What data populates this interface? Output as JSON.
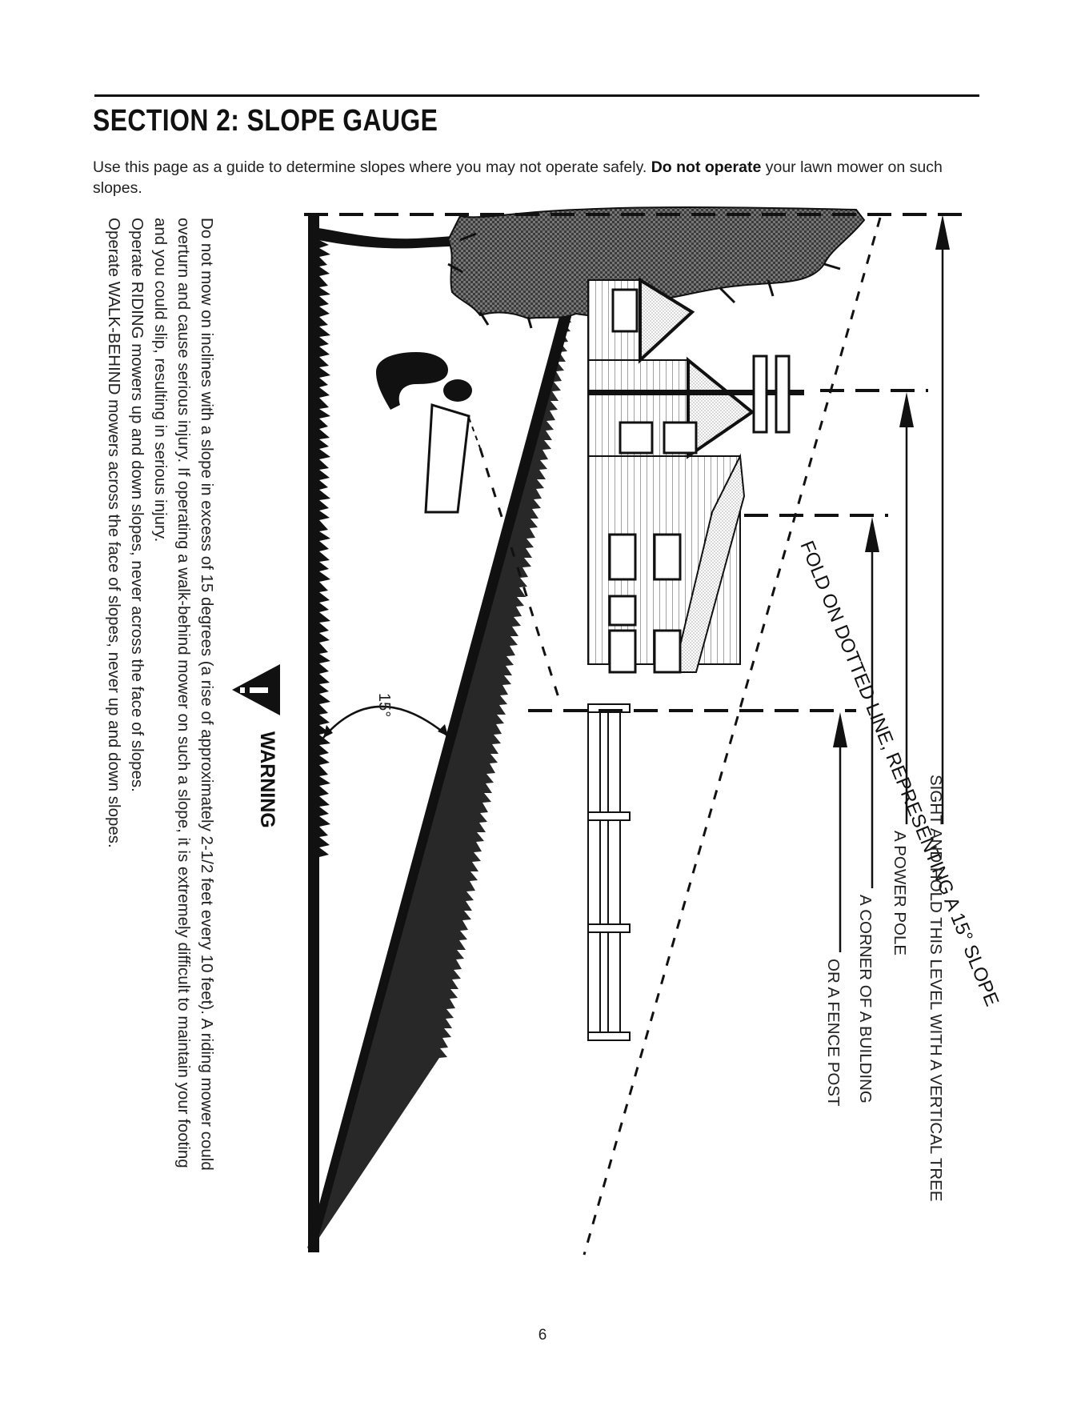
{
  "header": {
    "title": "SECTION 2: SLOPE GAUGE"
  },
  "intro": {
    "before": "Use this page as a guide to determine slopes where you may not operate safely. ",
    "bold": "Do not operate",
    "after": " your lawn mower on such slopes."
  },
  "warning": {
    "heading": "WARNING",
    "lines": [
      "Do not mow on inclines with a slope in excess of 15 degrees (a rise of approximately 2-1/2 feet every 10 feet). A riding mower could",
      "overturn and cause serious injury. If operating a walk-behind mower on such a slope, it is extremely difficult to maintain your footing",
      "and you could slip, resulting in serious injury.",
      "Operate RIDING mowers up and down slopes, never across the face of slopes.",
      "Operate WALK-BEHIND mowers across the face of slopes, never up and down slopes."
    ]
  },
  "gauge": {
    "angle_label": "15°",
    "fold_label": "FOLD ON DOTTED LINE, REPRESENTING A 15° SLOPE",
    "sight_labels": [
      "SIGHT AND HOLD THIS LEVEL WITH A VERTICAL TREE",
      "A POWER POLE",
      "A CORNER OF A BUILDING",
      "OR A FENCE POST"
    ]
  },
  "footer": {
    "page_number": "6"
  }
}
